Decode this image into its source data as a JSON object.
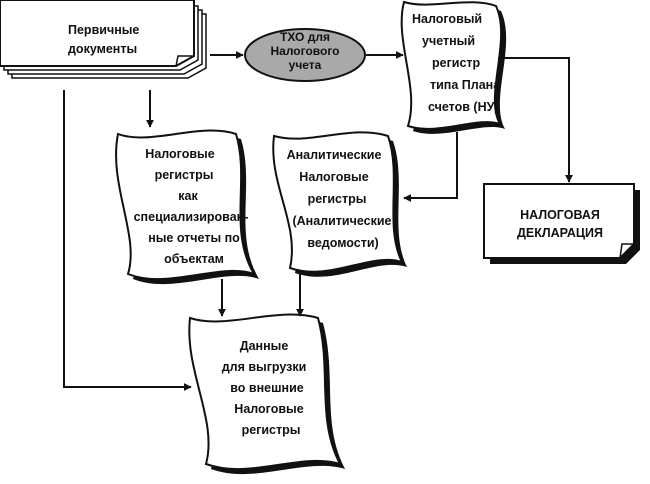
{
  "nodes": {
    "primary_docs": {
      "lines": [
        "Первичные",
        "документы"
      ]
    },
    "tho": {
      "lines": [
        "ТХО для",
        "Налогового",
        "учета"
      ]
    },
    "tax_register": {
      "lines": [
        "Налоговый",
        "учетный",
        "регистр",
        "типа Плана",
        "счетов (НУ)"
      ]
    },
    "tax_registers_reports": {
      "lines": [
        "Налоговые",
        "регистры",
        "как",
        "специализирован-",
        "ные отчеты по",
        "объектам"
      ]
    },
    "analytic_registers": {
      "lines": [
        "Аналитические",
        "Налоговые",
        "регистры",
        "(Аналитические",
        "ведомости)"
      ]
    },
    "declaration": {
      "lines": [
        "НАЛОГОВАЯ",
        "ДЕКЛАРАЦИЯ"
      ]
    },
    "export_data": {
      "lines": [
        "Данные",
        "для выгрузки",
        "во внешние",
        "Налоговые",
        "регистры"
      ]
    }
  },
  "colors": {
    "ink": "#111111",
    "ellipse_fill": "#a9a9a9",
    "paper": "#ffffff",
    "shadow": "#111111"
  }
}
